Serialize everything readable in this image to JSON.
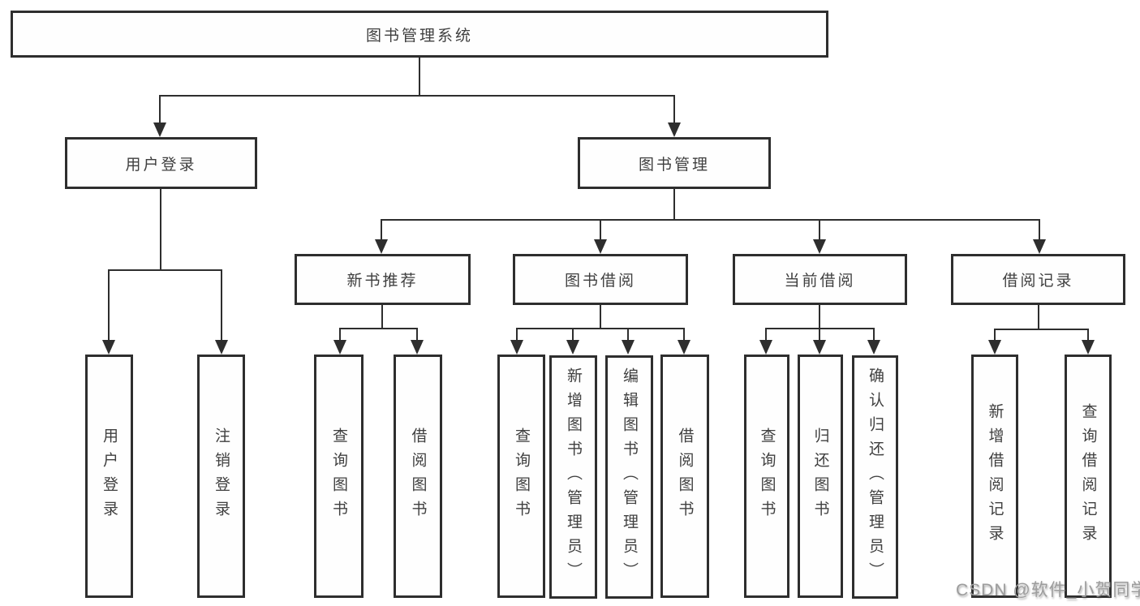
{
  "nodes": {
    "root": "图书管理系统",
    "level2": [
      "用户登录",
      "图书管理"
    ],
    "level3": [
      "新书推荐",
      "图书借阅",
      "当前借阅",
      "借阅记录"
    ],
    "login_children": [
      "用户登录",
      "注销登录"
    ],
    "new_book_children": [
      "查询图书",
      "借阅图书"
    ],
    "borrow_children": [
      "查询图书",
      "新增图书（管理员）",
      "编辑图书（管理员）",
      "借阅图书"
    ],
    "current_children": [
      "查询图书",
      "归还图书",
      "确认归还（管理员）"
    ],
    "records_children": [
      "新增借阅记录",
      "查询借阅记录"
    ]
  },
  "watermark": {
    "text": "CSDN @软件_小贺同学"
  },
  "colors": {
    "line": "#2e2e2e",
    "text": "#3f3f3f",
    "background": "#ffffff",
    "watermark": "#9d9d9d"
  }
}
